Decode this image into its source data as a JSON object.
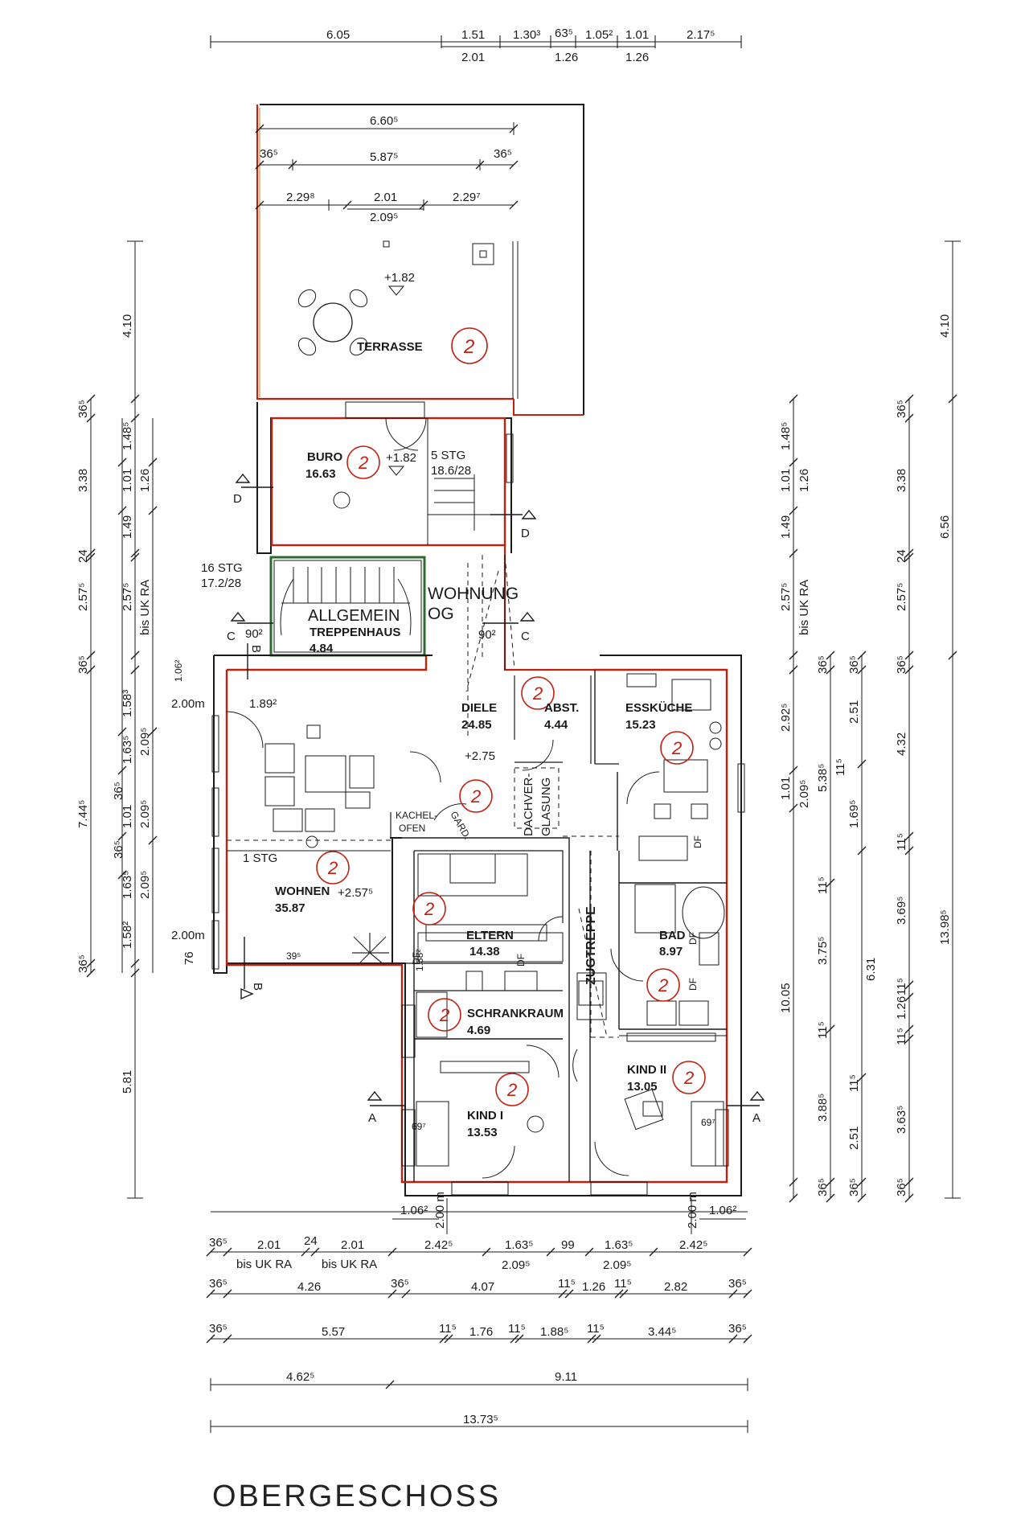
{
  "title": "OBERGESCHOSS",
  "top_dims": {
    "main": [
      "6.05",
      "1.51",
      "1.30³",
      "63⁵",
      "1.05²",
      "1.01",
      "2.17⁵"
    ],
    "sub": [
      "2.01",
      "1.26",
      "1.26"
    ]
  },
  "terrace_dims": [
    "6.60⁵",
    "36⁵",
    "5.87⁵",
    "36⁵",
    "2.29⁸",
    "2.01",
    "2.29⁷",
    "2.09⁵"
  ],
  "rooms": {
    "terrasse": {
      "name": "TERRASSE",
      "level": "+1.82"
    },
    "buro": {
      "name": "BURO",
      "area": "16.63",
      "level": "+1.82"
    },
    "stair_top": {
      "line1": "5 STG",
      "line2": "18.6/28"
    },
    "stair_main": {
      "line1": "16 STG",
      "line2": "17.2/28"
    },
    "treppenhaus": {
      "name1": "ALLGEMEIN",
      "name2": "TREPPENHAUS",
      "area": "4.84"
    },
    "wohnung": {
      "line1": "WOHNUNG",
      "line2": "OG"
    },
    "diele": {
      "name": "DIELE",
      "area": "24.85",
      "level": "+2.75"
    },
    "abst": {
      "name": "ABST.",
      "area": "4.44"
    },
    "esskueche": {
      "name": "ESSKÜCHE",
      "area": "15.23"
    },
    "wohnen": {
      "name": "WOHNEN",
      "area": "35.87",
      "level": "+2.57⁵",
      "stg": "1 STG"
    },
    "kachelofen": {
      "line1": "KACHEL-",
      "line2": "OFEN"
    },
    "gard": "GARD.",
    "dachverglasung": {
      "line1": "DACHVER-",
      "line2": "GLASUNG"
    },
    "eltern": {
      "name": "ELTERN",
      "area": "14.38"
    },
    "zugtreppe": "ZUGTREPPE",
    "bad": {
      "name": "BAD",
      "area": "8.97"
    },
    "schrankraum": {
      "name": "SCHRANKRAUM",
      "area": "4.69"
    },
    "kind1": {
      "name": "KIND I",
      "area": "13.53"
    },
    "kind2": {
      "name": "KIND II",
      "area": "13.05"
    }
  },
  "markers": {
    "a": "A",
    "b": "B",
    "c": "C",
    "d": "D",
    "circle_num": "2",
    "df": "DF"
  },
  "left_dims": [
    "4.10",
    "36⁵",
    "1.48⁵",
    "3.38",
    "1.01",
    "1.26",
    "1.49",
    "24",
    "2.57⁵",
    "2.57⁵",
    "bis UK RA",
    "36⁵",
    "1.58³",
    "1.63⁵",
    "2.09⁵",
    "7.44⁵",
    "36⁵",
    "1.01",
    "2.09⁵",
    "36⁵",
    "1.63⁵",
    "2.09⁵",
    "1.58²",
    "36⁵",
    "5.81"
  ],
  "left_inner": [
    "1.06²",
    "2.00m",
    "1.89²",
    "90²",
    "2.00m",
    "76",
    "39⁵",
    "1.38²"
  ],
  "right_dims": [
    "1.48⁵",
    "1.01",
    "1.26",
    "1.49",
    "2.57⁵",
    "bis UK RA",
    "36⁵",
    "2.92⁵",
    "1.01",
    "2.09⁵",
    "5.38⁵",
    "36⁵",
    "2.51",
    "11⁵",
    "1.69⁵",
    "11⁵",
    "3.75⁵",
    "11⁵",
    "10.05",
    "3.88⁵",
    "11⁵",
    "36⁵",
    "2.51",
    "36⁵",
    "6.31",
    "13.98⁵",
    "36⁵",
    "3.38",
    "24",
    "2.57⁵",
    "36⁵",
    "4.32",
    "11⁵",
    "3.69⁵",
    "11⁵",
    "1.26",
    "11⁵",
    "3.63⁵",
    "36⁵",
    "6.56",
    "4.10"
  ],
  "inner_misc": [
    "90²",
    "69⁷",
    "69⁷",
    "1.06²",
    "2.00 m",
    "2.00 m",
    "1.06²"
  ],
  "bottom_dims": {
    "row1": [
      "36⁵",
      "2.01",
      "24",
      "2.01",
      "2.42⁵",
      "1.63⁵",
      "99",
      "1.63⁵",
      "2.42⁵"
    ],
    "row1_sub": [
      "bis UK RA",
      "bis UK RA",
      "2.09⁵",
      "2.09⁵"
    ],
    "row2": [
      "36⁵",
      "4.26",
      "36⁵",
      "4.07",
      "11⁵",
      "1.26",
      "11⁵",
      "2.82",
      "36⁵"
    ],
    "row3": [
      "36⁵",
      "5.57",
      "11⁵",
      "1.76",
      "11⁵",
      "1.88⁵",
      "11⁵",
      "3.44⁵",
      "36⁵"
    ],
    "row4": [
      "4.62⁵",
      "9.11"
    ],
    "row5": [
      "13.73⁵"
    ]
  },
  "colors": {
    "line": "#1a1a1a",
    "red": "#c02010",
    "green": "#2d6a2d"
  }
}
